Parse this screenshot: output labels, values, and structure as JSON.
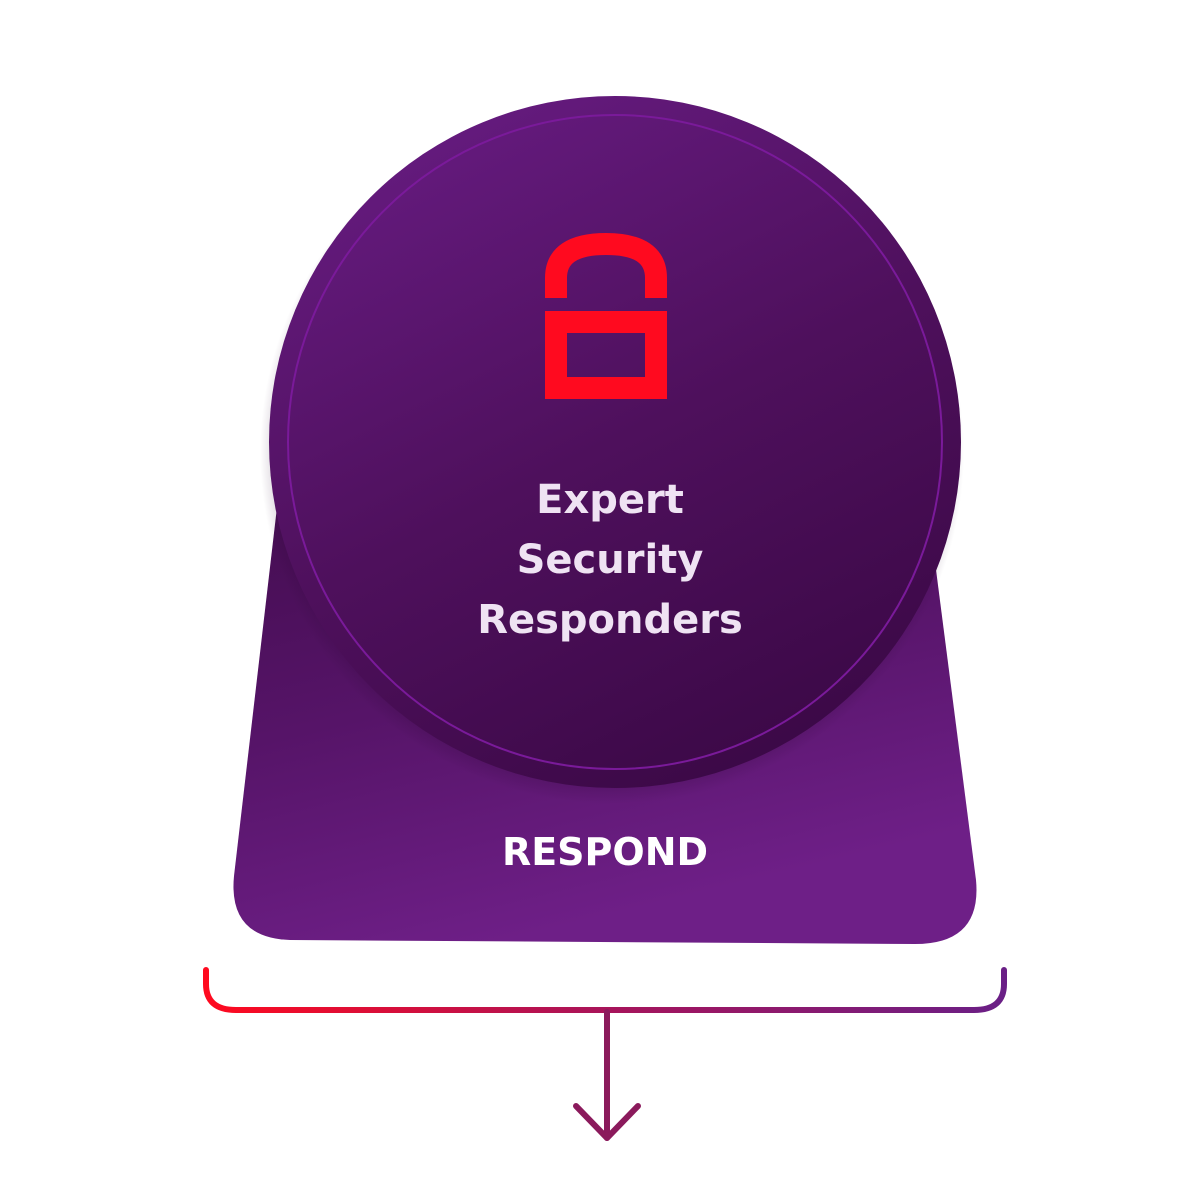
{
  "circle": {
    "line1": "Expert",
    "line2": "Security",
    "line3": "Responders",
    "icon": "padlock-icon"
  },
  "base": {
    "label": "RESPOND"
  },
  "colors": {
    "purple_light": "#6e1f87",
    "purple_dark": "#3d0a47",
    "purple_mid": "#561468",
    "lock_red": "#ff0a1f",
    "bracket_red": "#ff0a1f",
    "bracket_purple": "#6a1f86",
    "arrow": "#8b1a5c",
    "text_light": "#efe3f3",
    "text_white": "#ffffff"
  }
}
